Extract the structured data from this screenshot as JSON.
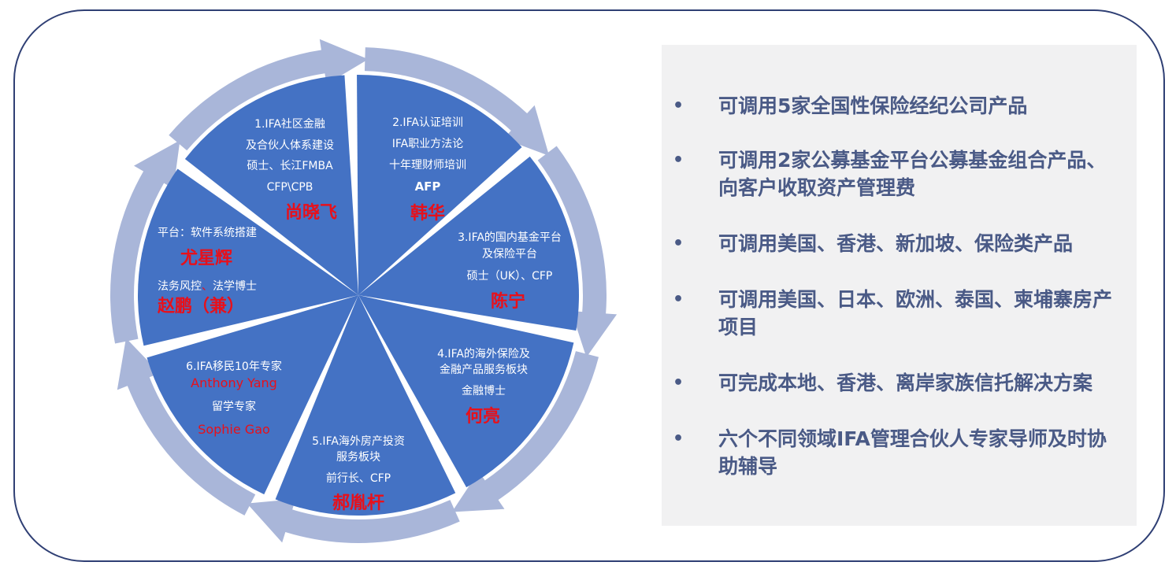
{
  "segments": [
    {
      "lines": [
        "1.IFA社区金融",
        "及合伙人体系建设",
        "硕士、长江FMBA",
        "CFP\\CPB"
      ],
      "name": "尚晓飞"
    },
    {
      "lines": [
        "2.IFA认证培训",
        "IFA职业方法论",
        "十年理财师培训"
      ],
      "bold": "AFP",
      "name": "韩华"
    },
    {
      "lines": [
        "3.IFA的国内基金平台",
        "及保险平台",
        "硕士（UK）、CFP"
      ],
      "name": "陈宁"
    },
    {
      "lines": [
        "4.IFA的海外保险及",
        "金融产品服务板块",
        "金融博士"
      ],
      "name": "何亮"
    },
    {
      "lines": [
        "5.IFA海外房产投资",
        "服务板块",
        "前行长、CFP"
      ],
      "name": "郝胤杆"
    },
    {
      "lines": [
        "6.IFA移民10年专家"
      ],
      "red1": "Anthony  Yang",
      "line2": "留学专家",
      "red2": "Sophie  Gao"
    },
    {
      "line1": "平台：软件系统搭建",
      "name1": "尤星辉",
      "line2a": "法务风控",
      "line2sep": "、",
      "line2b": "法学博士",
      "name2": "赵鹏（兼）"
    }
  ],
  "bullets": [
    "可调用5家全国性保险经纪公司产品",
    "可调用2家公募基金平台公募基金组合产品、向客户收取资产管理费",
    "可调用美国、香港、新加坡、保险类产品",
    "可调用美国、日本、欧洲、泰国、柬埔寨房产项目",
    "可完成本地、香港、离岸家族信托解决方案",
    "六个不同领域IFA管理合伙人专家导师及时协助辅导"
  ],
  "colors": {
    "segment": "#4472c4",
    "arrow": "#a9b6d9",
    "name_red": "#e8101a",
    "bullet_text": "#4a5a86",
    "panel_bg": "#f1f1f2",
    "frame": "#2f3f74"
  }
}
